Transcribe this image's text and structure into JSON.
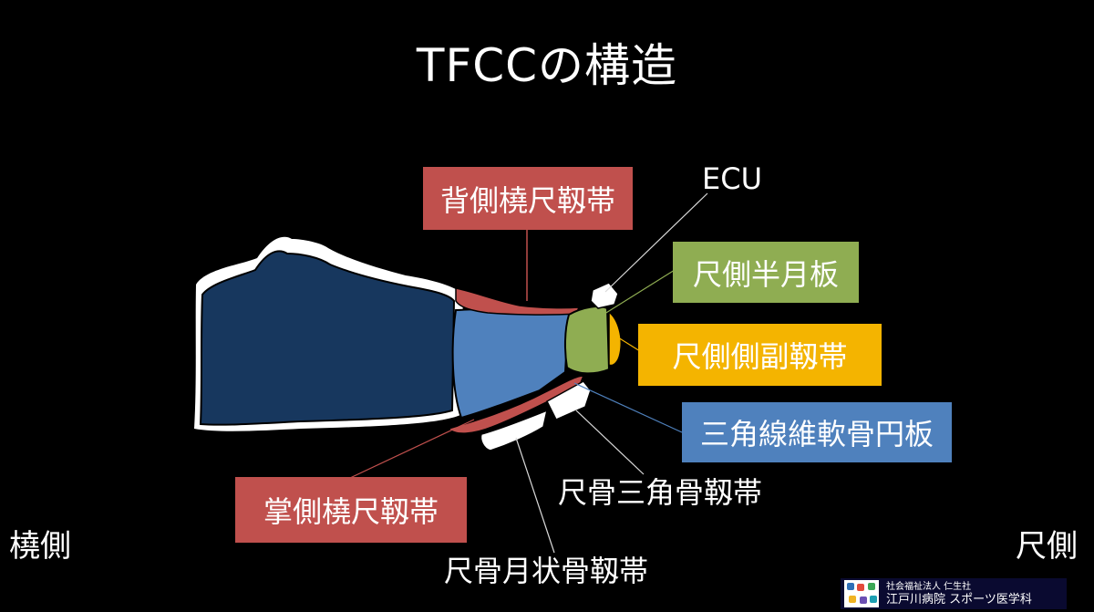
{
  "title": "TFCCの構造",
  "labels": {
    "dorsal_rul": "背側橈尺靱帯",
    "ecu": "ECU",
    "ulnar_meniscus": "尺側半月板",
    "ulnar_collateral": "尺側側副靱帯",
    "tfc": "三角線維軟骨円板",
    "ulnotriquetral": "尺骨三角骨靱帯",
    "volar_rul": "掌側橈尺靱帯",
    "ulnolunate": "尺骨月状骨靱帯"
  },
  "sides": {
    "radial": "橈側",
    "ulnar": "尺側"
  },
  "logo": {
    "line1": "社会福祉法人 仁生社",
    "line2": "江戸川病院 スポーツ医学科"
  },
  "colors": {
    "red_label": "#c0504d",
    "green_label": "#8fad52",
    "orange_label": "#f4b400",
    "blue_label": "#4f81bd",
    "radius_dark": "#17375e",
    "tfc_blue": "#4f81bd",
    "ligament_red": "#c0504d",
    "meniscus_green": "#8fad52",
    "collateral_orange": "#f4b400"
  }
}
